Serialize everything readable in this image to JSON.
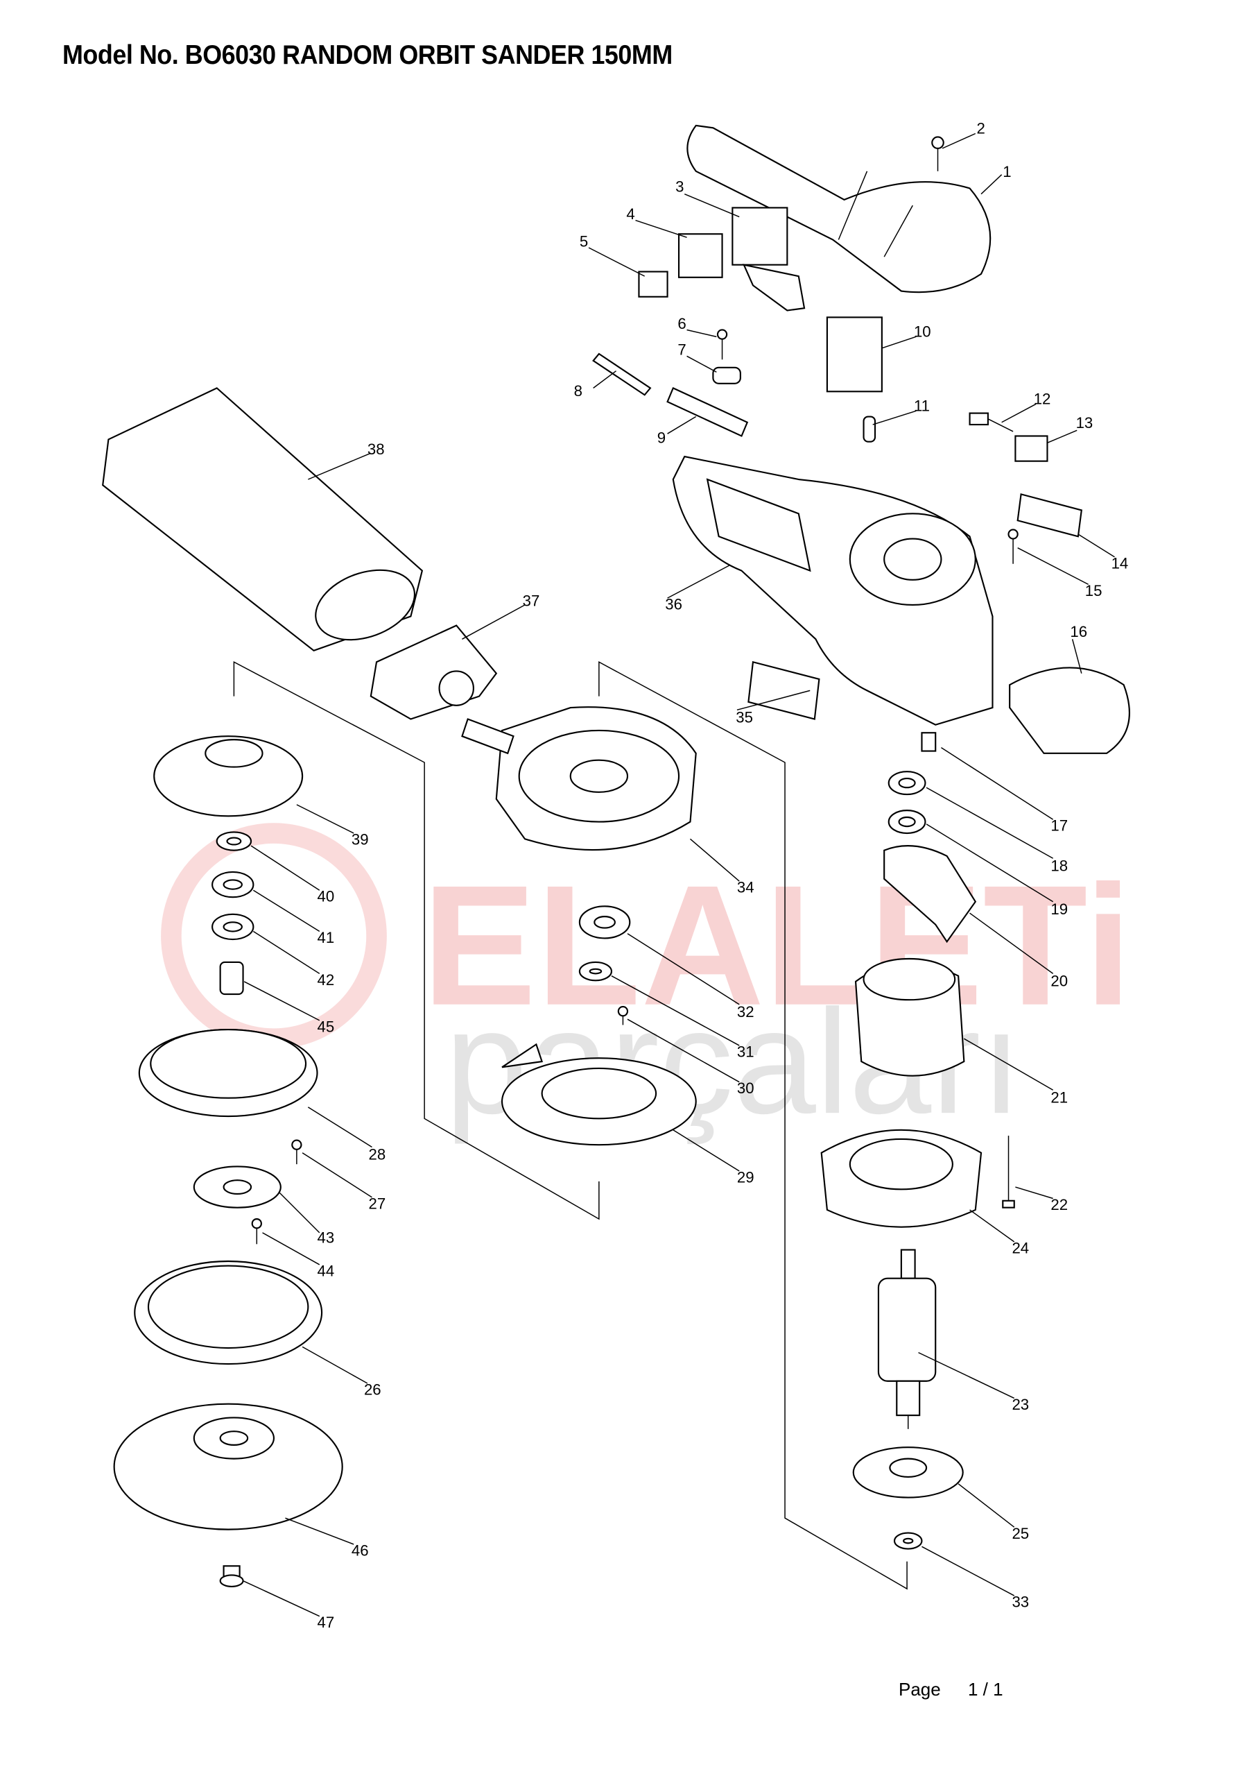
{
  "header": {
    "title": "Model No. BO6030  RANDOM ORBIT SANDER 150MM"
  },
  "footer": {
    "page_label": "Page",
    "page_value": "1 / 1"
  },
  "watermark": {
    "line1": "ELALETi",
    "line2": "parçaları",
    "color": "#e23a3a"
  },
  "parts": {
    "p1": "1",
    "p2": "2",
    "p3": "3",
    "p4": "4",
    "p5": "5",
    "p6": "6",
    "p7": "7",
    "p8": "8",
    "p9": "9",
    "p10": "10",
    "p11": "11",
    "p12": "12",
    "p13": "13",
    "p14": "14",
    "p15": "15",
    "p16": "16",
    "p17": "17",
    "p18": "18",
    "p19": "19",
    "p20": "20",
    "p21": "21",
    "p22": "22",
    "p23": "23",
    "p24": "24",
    "p25": "25",
    "p26": "26",
    "p27": "27",
    "p28": "28",
    "p29": "29",
    "p30": "30",
    "p31": "31",
    "p32": "32",
    "p33": "33",
    "p34": "34",
    "p35": "35",
    "p36": "36",
    "p37": "37",
    "p38": "38",
    "p39": "39",
    "p40": "40",
    "p41": "41",
    "p42": "42",
    "p43": "43",
    "p44": "44",
    "p45": "45",
    "p46": "46",
    "p47": "47"
  }
}
